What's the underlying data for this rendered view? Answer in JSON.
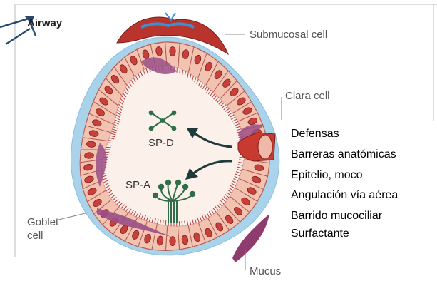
{
  "figure": {
    "title": "Airway",
    "labels": {
      "submucosal": "Submucosal cell",
      "clara": "Clara cell",
      "goblet_line1": "Goblet",
      "goblet_line2": "cell",
      "mucus": "Mucus",
      "spd": "SP-D",
      "spa": "SP-A"
    }
  },
  "defensas": [
    "Defensas",
    "Barreras anatómicas",
    "Epitelio, moco",
    "Angulación  vía aérea",
    "Barrido mucociliar",
    "Surfactante"
  ],
  "colors": {
    "submucosa": "#a9d3ea",
    "epithelium_cell": "#f3c3b2",
    "nucleus": "#c9403a",
    "lumen": "#fcf1ea",
    "goblet": "#9a4f86",
    "cilia": "#b23a3a",
    "protein": "#2f6e49",
    "arrow": "#1e3a3a",
    "submucosal_cell": "#b8342c",
    "callout_line": "#2b4a6b"
  }
}
